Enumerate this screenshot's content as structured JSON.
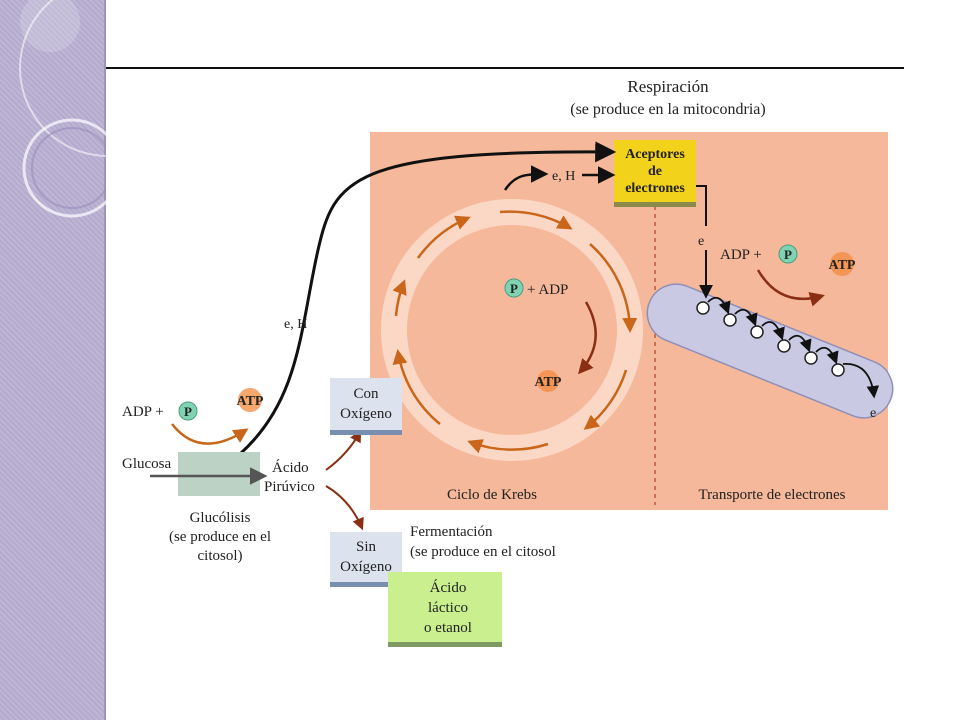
{
  "title": {
    "line1": "Respiración",
    "line2": "(se produce en la mitocondria)"
  },
  "acceptors": {
    "line1": "Aceptores",
    "line2": "de",
    "line3": "electrones"
  },
  "electron_labels": {
    "top": "e, H",
    "middle": "e, H",
    "chain_in": "e",
    "chain_out": "e"
  },
  "krebs": {
    "p_label": "P",
    "adp_text": "+ ADP",
    "atp": "ATP",
    "caption": "Ciclo de Krebs"
  },
  "transport": {
    "adp_text": "ADP +",
    "p_label": "P",
    "atp": "ATP",
    "caption": "Transporte de electrones"
  },
  "glycolysis": {
    "adp_text": "ADP +",
    "p_label": "P",
    "atp": "ATP",
    "glucose": "Glucosa",
    "pyruvic_line1": "Ácido",
    "pyruvic_line2": "Pirúvico",
    "caption_line1": "Glucólisis",
    "caption_line2": "(se produce en el",
    "caption_line3": "citosol)"
  },
  "with_oxygen": {
    "line1": "Con",
    "line2": "Oxígeno"
  },
  "without_oxygen": {
    "line1": "Sin",
    "line2": "Oxígeno"
  },
  "fermentation": {
    "line1": "Fermentación",
    "line2": "(se produce en el citosol"
  },
  "products": {
    "line1": "Ácido",
    "line2": "láctico",
    "line3": "o etanol"
  },
  "colors": {
    "sidebar": "#b9b0d3",
    "mito_bg": "#f5b89a",
    "acceptor_box": "#f2d21b",
    "product_box": "#c9ef8e",
    "label_box": "#dde3ee",
    "arrow_orange": "#c9661a",
    "arrow_dark": "#8a2e14",
    "p_circle": "#7fd3b2",
    "membrane": "#c9c9e4"
  }
}
